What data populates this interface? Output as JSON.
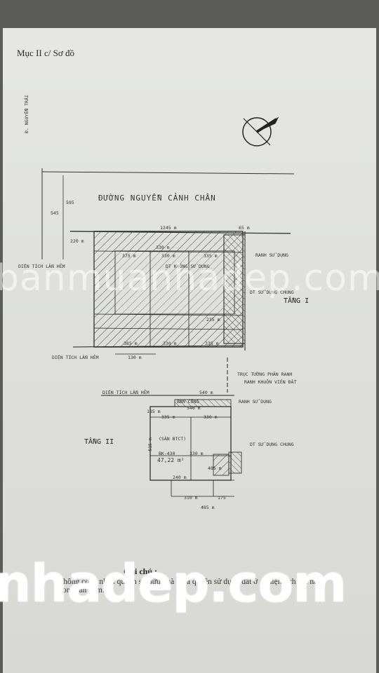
{
  "header": {
    "title": "Mục II c/ Sơ đồ"
  },
  "street": {
    "name": "ĐƯỜNG NGUYỄN CẢNH CHÂN",
    "side_label": "Đ. NGUYỄN TRÃI"
  },
  "floor1": {
    "label": "TẦNG I",
    "dims": {
      "top": "1245 m",
      "right_top": "65 m",
      "inner_top": "330 m",
      "upper": "375 m",
      "upper_b": "330 m",
      "upper_c": "335 m",
      "bottom_a": "385 m",
      "bottom_b": "330 m",
      "bottom_c": "335 m",
      "bottom_d": "235 m",
      "lane": "130 m",
      "left_h": "220 m",
      "street_w": "545",
      "street_w2": "595"
    },
    "notes": {
      "lane_encroach": "DIỆN TÍCH LẤN HẺM",
      "unused": "DT KHÔNG SỬ DỤNG",
      "shared": "DT SỬ DỤNG CHUNG",
      "boundary": "RANH SỬ DỤNG",
      "lane_encroach2": "DIỆN TÍCH LẤN HẺM",
      "axis": "TRỤC TƯỜNG PHÂN RANH",
      "lot_line": "RANH KHUÔN VIÊN ĐẤT"
    }
  },
  "floor2": {
    "label": "TẦNG II",
    "dims": {
      "balcony_top": "540 m",
      "balcony_in": "540 m",
      "left_a": "185 m",
      "top_a": "335 m",
      "top_b": "330 m",
      "mid": "330 m",
      "bottom": "485 m",
      "bottom_b": "310 m",
      "bottom_c": "175",
      "bottom_total": "485 m",
      "side_a": "515 m",
      "side_b": "240 m"
    },
    "notes": {
      "lane_encroach": "DIỆN TÍCH LẤN HẺM",
      "balcony": "BAN CÔNG",
      "boundary": "RANH SỬ DỤNG",
      "shared": "DT SỬ DỤNG CHUNG",
      "stair": "(SÀN BTCT)",
      "bk": "BK-430",
      "area": "47,22 m²"
    }
  },
  "notes": {
    "title": "Ghi chú :",
    "text": "Không công nhận quyền sở hữu nhà ở và quyền sử dụng đất ở ... diện tích đất nằm trong lấn hẻm."
  },
  "watermarks": {
    "top": "banmuanhadep.com",
    "bottom": "nhadep.com"
  }
}
